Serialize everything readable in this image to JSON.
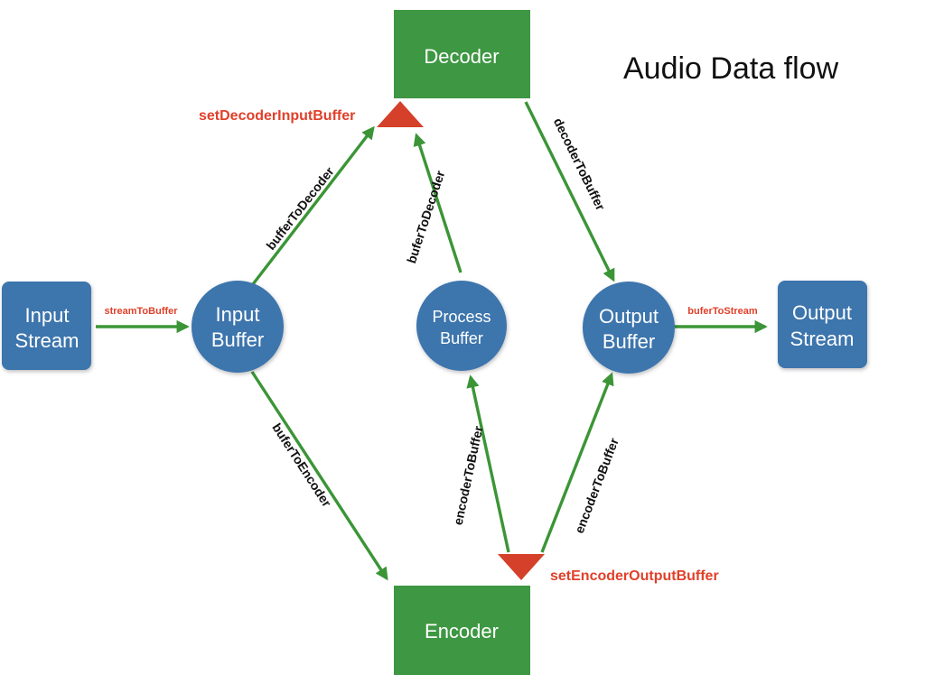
{
  "title": "Audio Data flow",
  "colors": {
    "node_blue": "#3e75ad",
    "node_green": "#3e9742",
    "arrow_green": "#3b9536",
    "marker_red": "#d4402a",
    "label_red": "#e0402a",
    "label_black": "#111111"
  },
  "nodes": {
    "input_stream": {
      "line1": "Input",
      "line2": "Stream"
    },
    "input_buffer": {
      "line1": "Input",
      "line2": "Buffer"
    },
    "process_buffer": {
      "line1": "Process",
      "line2": "Buffer"
    },
    "output_buffer": {
      "line1": "Output",
      "line2": "Buffer"
    },
    "output_stream": {
      "line1": "Output",
      "line2": "Stream"
    },
    "decoder": {
      "label": "Decoder"
    },
    "encoder": {
      "label": "Encoder"
    }
  },
  "edges": {
    "stream_to_buffer": "streamToBuffer",
    "buffer_to_decoder": "bufferToDecoder",
    "bufer_to_decoder": "buferToDecoder",
    "decoder_to_buffer": "decoderToBuffer",
    "bufer_to_stream": "buferToStream",
    "bufer_to_encoder": "buferToEncoder",
    "encoder_to_buffer_left": "encoderToBuffer",
    "encoder_to_buffer_right": "encoderToBuffer"
  },
  "markers": {
    "set_decoder_input_buffer": "setDecoderInputBuffer",
    "set_encoder_output_buffer": "setEncoderOutputBuffer"
  }
}
